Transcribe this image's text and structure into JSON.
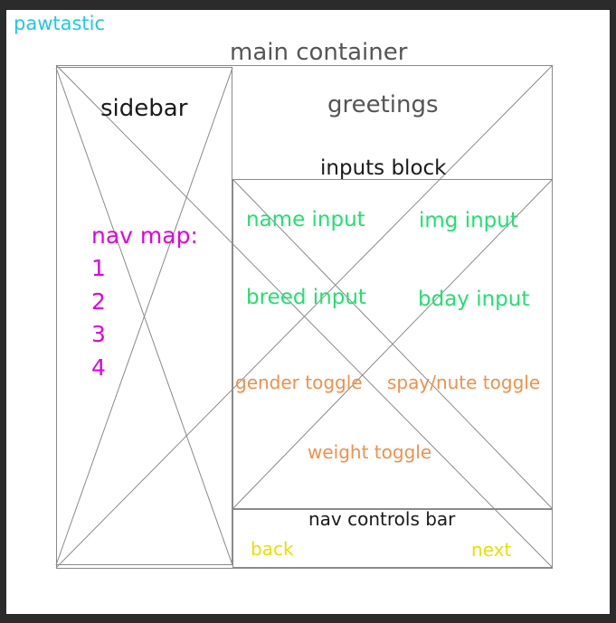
{
  "brand": "pawtastic",
  "labels": {
    "main_container": "main container",
    "sidebar": "sidebar",
    "greetings": "greetings",
    "inputs_block": "inputs block",
    "nav_controls_bar": "nav controls bar"
  },
  "nav_map": {
    "title": "nav map:",
    "items": [
      "1",
      "2",
      "3",
      "4"
    ]
  },
  "inputs": {
    "name": "name input",
    "img": "img input",
    "breed": "breed input",
    "bday": "bday input"
  },
  "toggles": {
    "gender": "gender toggle",
    "spay": "spay/nute toggle",
    "weight": "weight toggle"
  },
  "controls": {
    "back": "back",
    "next": "next"
  },
  "colors": {
    "background": "#2b2b2b",
    "canvas": "#ffffff",
    "brand": "#1ec8e6",
    "outline": "#8a8a8a",
    "heading_text": "#555555",
    "label_text": "#1a1a1a",
    "nav_map": "#e000e0",
    "inputs": "#22e070",
    "toggles": "#f0904a",
    "controls": "#e8e000"
  }
}
